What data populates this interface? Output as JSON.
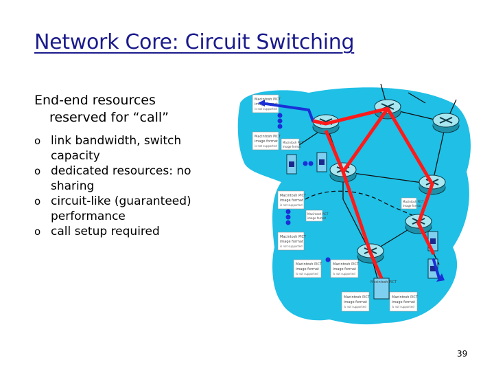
{
  "slide": {
    "title": "Network Core: Circuit Switching",
    "intro_line1": "End-end resources",
    "intro_line2": "reserved for “call”",
    "bullet_marker": "o",
    "bullets": [
      {
        "text": "link bandwidth, switch capacity"
      },
      {
        "text": "dedicated resources: no sharing"
      },
      {
        "text": "circuit-like (guaranteed) performance"
      },
      {
        "text": "call setup required"
      }
    ],
    "page_number": "39"
  },
  "diagram": {
    "placeholder_title": "Macintosh PICT",
    "placeholder_sub": "image format",
    "placeholder_note": "is not supported",
    "colors": {
      "cloud": "#1fbfe6",
      "router_body": "#1e8fa8",
      "router_top": "#a8e6f0",
      "circuit": "#ff1a1a",
      "host_link": "#1a2fd6",
      "server": "#7fd0f0",
      "placeholder_bg": "#ffffff"
    }
  }
}
